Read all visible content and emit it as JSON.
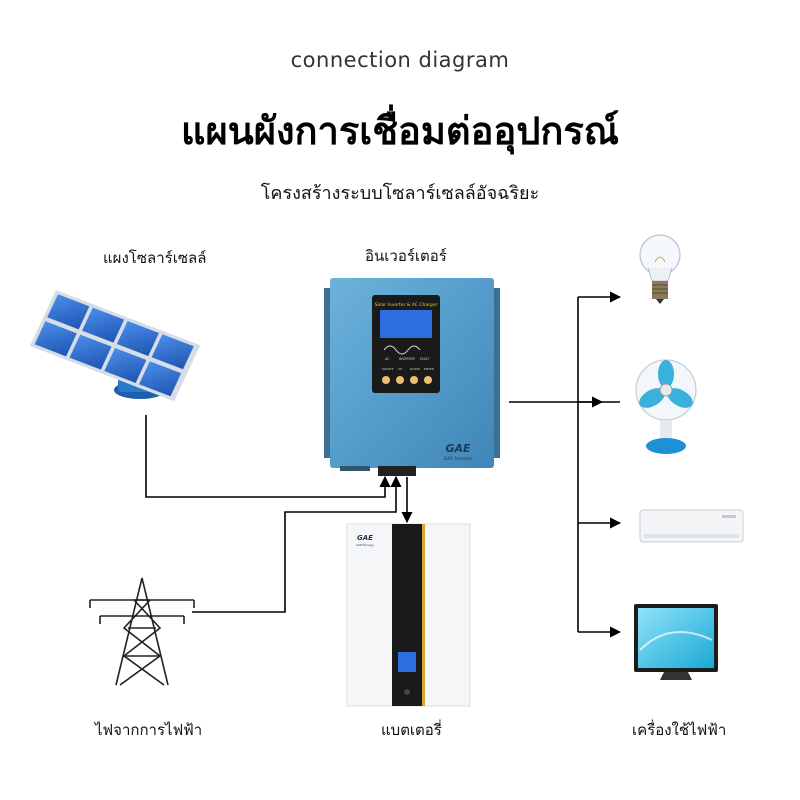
{
  "header": {
    "subtitle_en": "connection diagram",
    "title_th": "แผนผังการเชื่อมต่ออุปกรณ์",
    "caption_th": "โครงสร้างระบบโซลาร์เซลล์อัจฉริยะ"
  },
  "components": {
    "solar_panel_label": "แผงโซลาร์เซลล์",
    "inverter_label": "อินเวอร์เตอร์",
    "grid_label": "ไฟจากการไฟฟ้า",
    "battery_label": "แบตเตอรี่",
    "appliances_label": "เครื่องใช้ไฟฟ้า"
  },
  "inverter": {
    "screen_title": "Solar Inverter & AC Charger",
    "brand": "GAE",
    "brand_sub": "GAE Inverter",
    "indicators": [
      "AC",
      "INVERTER",
      "FAULT"
    ],
    "buttons": [
      "ON/OFF",
      "UP",
      "DOWN",
      "ENTER"
    ]
  },
  "battery": {
    "brand": "GAE",
    "brand_sub": "GAE Energy"
  },
  "colors": {
    "inverter_body": "#5b9fc9",
    "solar_cell": "#2e6fd1",
    "battery_stripe": "#1a1a1a",
    "battery_accent": "#d9a33a",
    "line": "#000000"
  },
  "appliances": [
    "light-bulb",
    "fan",
    "air-conditioner",
    "tv"
  ]
}
